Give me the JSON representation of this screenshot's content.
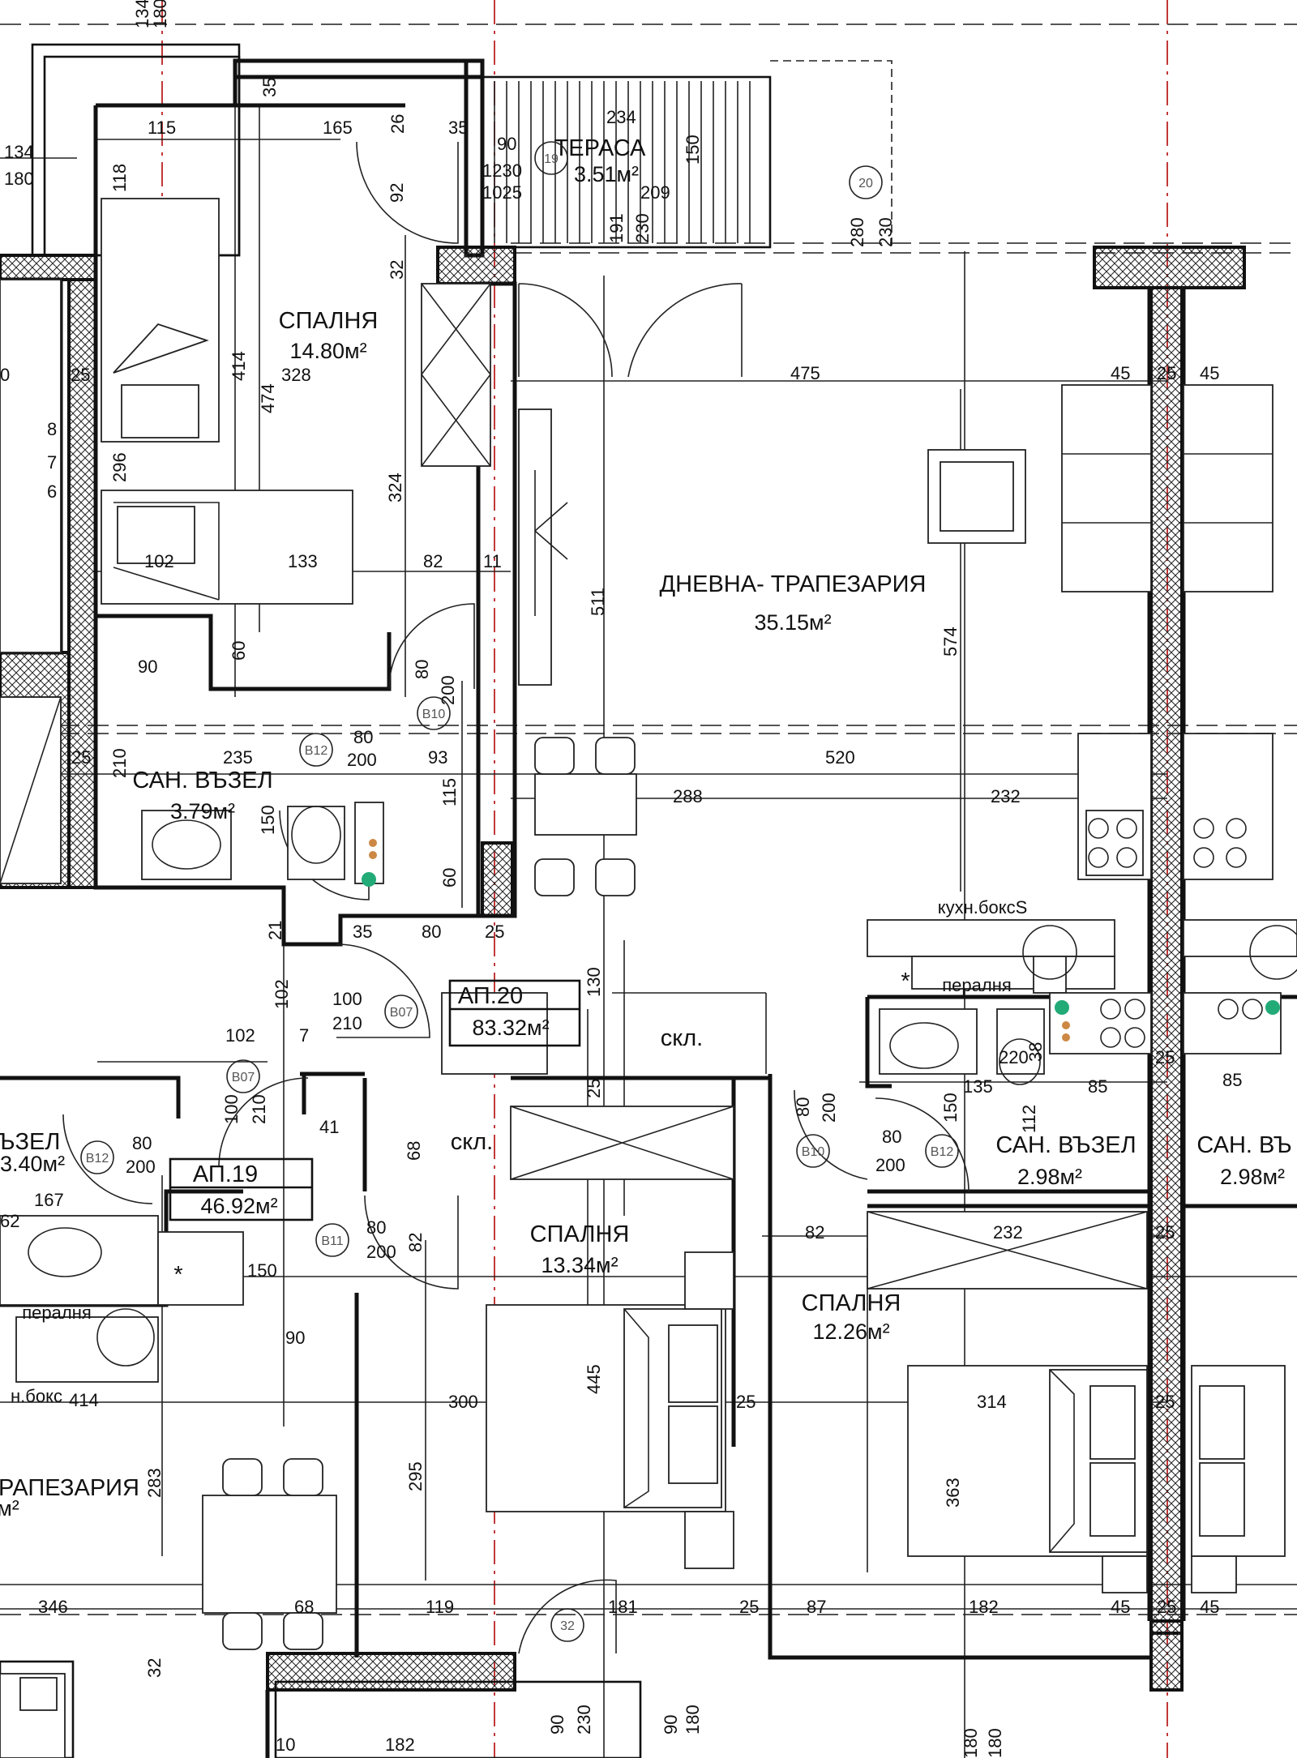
{
  "rooms": {
    "bedroom_top": {
      "name": "СПАЛНЯ",
      "area": "14.80м²"
    },
    "living": {
      "name": "ДНЕВНА- ТРАПЕЗАРИЯ",
      "area": "35.15м²"
    },
    "terrace": {
      "name": "ТЕРАСА",
      "area": "3.51м²"
    },
    "bath_left": {
      "name": "САН. ВЪЗЕЛ",
      "area": "3.79м²"
    },
    "bath_right": {
      "name": "САН. ВЪЗЕЛ",
      "area": "2.98м²"
    },
    "bath_far_right": {
      "name": "САН. ВЪ",
      "area": "2.98м²"
    },
    "bath_cut_left": {
      "name": "ЪЗЕЛ",
      "area": "3.40м²"
    },
    "bedroom_mid": {
      "name": "СПАЛНЯ",
      "area": "13.34м²"
    },
    "bedroom_right": {
      "name": "СПАЛНЯ",
      "area": "12.26м²"
    },
    "living_cut": {
      "name": "РАПЕЗАРИЯ",
      "area": "м²"
    },
    "kitchen_right": "кухн.боксS",
    "kitchen_left": "н.бокс",
    "laundry_right": "пералня",
    "laundry_left": "пералня",
    "storage_1": "скл.",
    "storage_2": "скл."
  },
  "apartments": [
    {
      "label": "АП.20",
      "area": "83.32м²"
    },
    {
      "label": "АП.19",
      "area": "46.92м²"
    }
  ],
  "door_tags": [
    "B12",
    "B10",
    "B07",
    "B07",
    "B12",
    "B11",
    "B10",
    "B12",
    "19",
    "20",
    "32"
  ],
  "dims": [
    "134",
    "180",
    "134",
    "180",
    "35",
    "115",
    "165",
    "26",
    "35",
    "90",
    "234",
    "150",
    "1230",
    "1025",
    "209",
    "191",
    "230",
    "280",
    "230",
    "118",
    "92",
    "32",
    "414",
    "474",
    "328",
    "25",
    "475",
    "45",
    "25",
    "45",
    "296",
    "324",
    "7",
    "6",
    "8",
    "102",
    "133",
    "82",
    "11",
    "511",
    "574",
    "60",
    "80",
    "200",
    "90",
    "210",
    "235",
    "25",
    "80",
    "200",
    "93",
    "520",
    "288",
    "232",
    "115",
    "150",
    "60",
    "21",
    "35",
    "80",
    "25",
    "102",
    "100",
    "210",
    "130",
    "25",
    "80",
    "200",
    "80",
    "200",
    "150",
    "135",
    "85",
    "85",
    "38",
    "220",
    "112",
    "25",
    "102",
    "7",
    "100",
    "210",
    "41",
    "68",
    "80",
    "200",
    "167",
    "62",
    "82",
    "150",
    "80",
    "200",
    "82",
    "232",
    "25",
    "90",
    "414",
    "300",
    "445",
    "25",
    "314",
    "25",
    "283",
    "295",
    "363",
    "346",
    "68",
    "119",
    "181",
    "25",
    "87",
    "182",
    "45",
    "25",
    "45",
    "32",
    "10",
    "182",
    "90",
    "230",
    "90",
    "180",
    "180",
    "180"
  ],
  "dims_cut": [
    "0",
    "8",
    "7",
    "6"
  ]
}
